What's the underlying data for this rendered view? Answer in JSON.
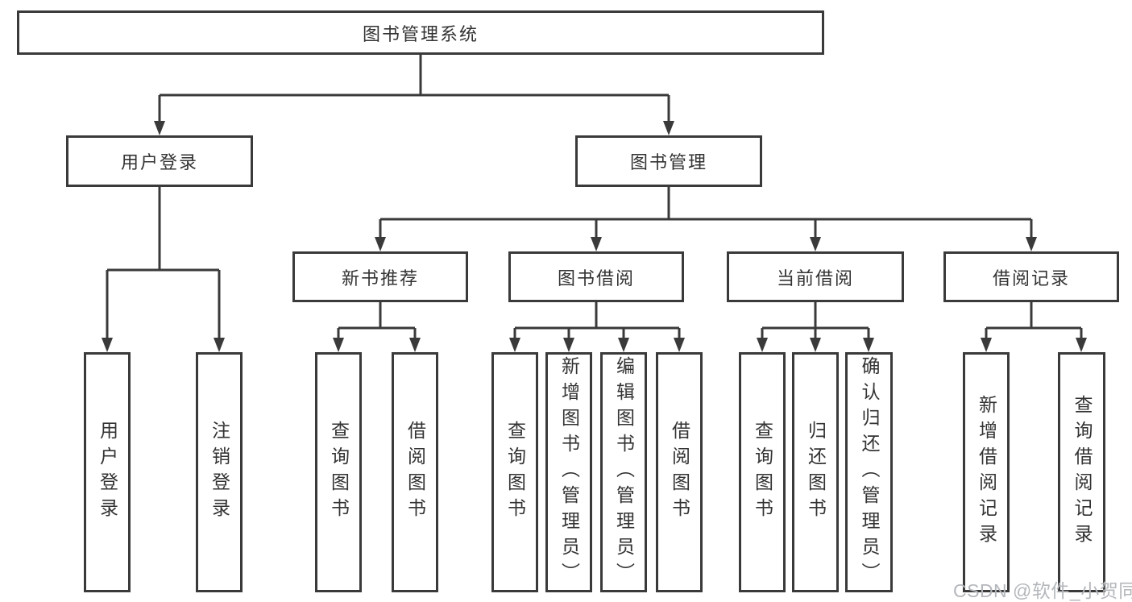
{
  "diagram": {
    "title": "图书管理系统",
    "level2": {
      "user_login": "用户登录",
      "book_management": "图书管理"
    },
    "level3": {
      "new_book_recommend": "新书推荐",
      "book_borrow": "图书借阅",
      "current_borrow": "当前借阅",
      "borrow_records": "借阅记录"
    },
    "leaves": {
      "user_login": [
        "用户登录",
        "注销登录"
      ],
      "new_book_recommend": [
        "查询图书",
        "借阅图书"
      ],
      "book_borrow": [
        "查询图书",
        "新增图书（管理员）",
        "编辑图书（管理员）",
        "借阅图书"
      ],
      "current_borrow": [
        "查询图书",
        "归还图书",
        "确认归还（管理员）"
      ],
      "borrow_records": [
        "新增借阅记录",
        "查询借阅记录"
      ]
    }
  },
  "watermark": "CSDN @软件_小贺同学",
  "colors": {
    "line": "#3a3a3a",
    "text": "#333333",
    "background": "#ffffff",
    "watermark": "#b4b7bb"
  }
}
